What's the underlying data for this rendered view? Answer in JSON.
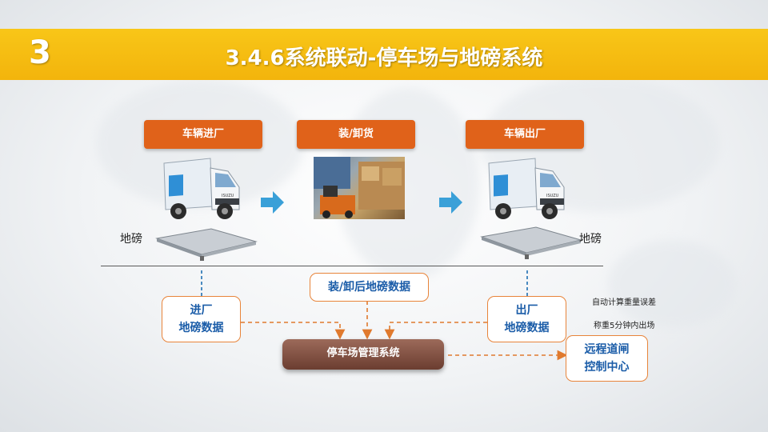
{
  "header": {
    "number": "3",
    "title": "3.4.6系统联动-停车场与地磅系统"
  },
  "stages": {
    "entry": "车辆进厂",
    "load": "装/卸货",
    "exit": "车辆出厂"
  },
  "scale_labels": {
    "left": "地磅",
    "right": "地磅"
  },
  "truck_text": "ISUZU",
  "boxes": {
    "entry_line1": "进厂",
    "entry_line2": "地磅数据",
    "after_load": "装/卸后地磅数据",
    "exit_line1": "出厂",
    "exit_line2": "地磅数据",
    "remote_line1": "远程道闸",
    "remote_line2": "控制中心"
  },
  "system": "停车场管理系统",
  "notes": {
    "auto_calc": "自动计算重量误差",
    "time_limit": "称重5分钟内出场"
  },
  "colors": {
    "banner": "#f5b90f",
    "stage": "#e0621a",
    "box_border": "#e8843a",
    "box_text": "#1a5ca8",
    "arrow": "#3aa0d8",
    "system": "#7a4a3c"
  }
}
